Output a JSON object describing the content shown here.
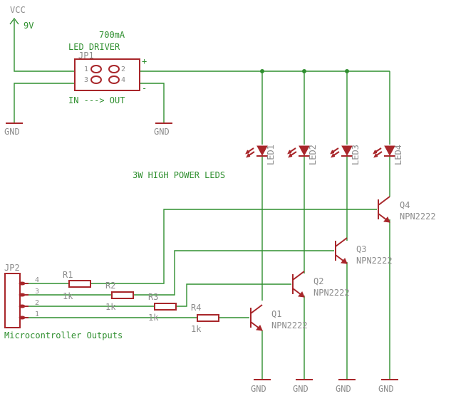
{
  "supply": {
    "name": "VCC",
    "voltage": "9V"
  },
  "driver": {
    "ref": "JP1",
    "current": "700mA",
    "title": "LED DRIVER",
    "flow": "IN ---> OUT",
    "pins": [
      "1",
      "2",
      "3",
      "4"
    ],
    "plus": "+",
    "minus": "-"
  },
  "ground_label": "GND",
  "leds": [
    "LED1",
    "LED2",
    "LED3",
    "LED4"
  ],
  "leds_caption": "3W HIGH POWER LEDS",
  "transistors": [
    {
      "ref": "Q1",
      "type": "NPN2222"
    },
    {
      "ref": "Q2",
      "type": "NPN2222"
    },
    {
      "ref": "Q3",
      "type": "NPN2222"
    },
    {
      "ref": "Q4",
      "type": "NPN2222"
    }
  ],
  "resistors": [
    {
      "ref": "R1",
      "value": "1k"
    },
    {
      "ref": "R2",
      "value": "1k"
    },
    {
      "ref": "R3",
      "value": "1k"
    },
    {
      "ref": "R4",
      "value": "1k"
    }
  ],
  "header": {
    "ref": "JP2",
    "pins": [
      "4",
      "3",
      "2",
      "1"
    ],
    "caption": "Microcontroller Outputs"
  },
  "colors": {
    "wire": "#2f8f2f",
    "part": "#a8262a",
    "label": "#8c8c8c"
  }
}
